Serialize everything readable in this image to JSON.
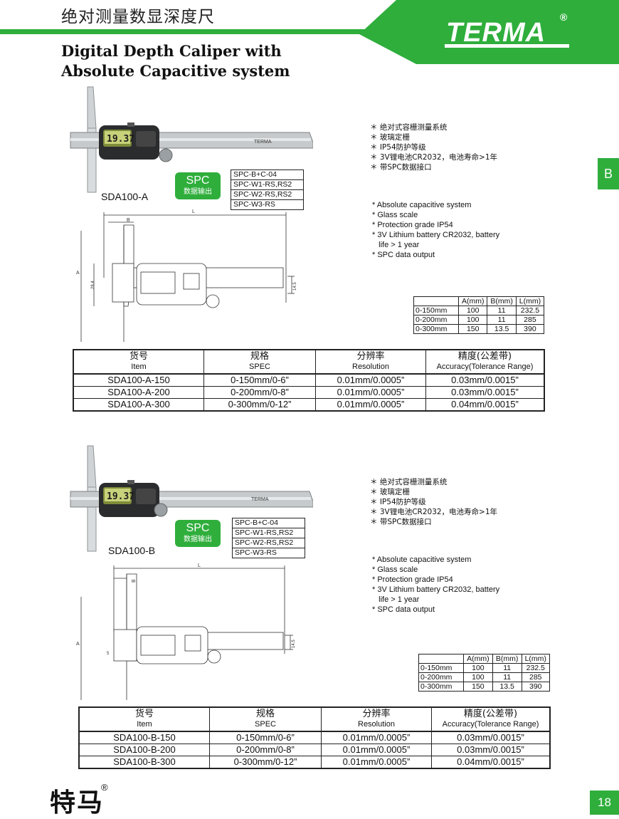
{
  "header": {
    "cn_title": "绝对测量数显深度尺",
    "en_title_line1": "Digital Depth Caliper with",
    "en_title_line2": "Absolute Capacitive system",
    "brand": "TERMA",
    "reg": "®",
    "side_tab": "B"
  },
  "colors": {
    "brand_green": "#2fae3c"
  },
  "sections": [
    {
      "model": "SDA100-A",
      "display_reading": "19.37",
      "scale_text": "TERMA",
      "spc_badge": {
        "title": "SPC",
        "subtitle": "数据输出"
      },
      "spc_options": [
        "SPC-B+C-04",
        "SPC-W1-RS,RS2",
        "SPC-W2-RS,RS2",
        "SPC-W3-RS"
      ],
      "features_cn": [
        "＊ 绝对式容栅测量系统",
        "＊ 玻璃定栅",
        "＊ IP54防护等级",
        "＊ 3V锂电池CR2032，电池寿命>1年",
        "＊ 带SPC数据接口"
      ],
      "features_en": [
        "* Absolute capacitive system",
        "* Glass scale",
        "* Protection grade IP54",
        "* 3V Lithium battery CR2032, battery",
        "   life > 1 year",
        "* SPC data output"
      ],
      "drawing_labels": {
        "L": "L",
        "B": "B",
        "A": "A",
        "d1": "28.4",
        "d2": "14.5"
      },
      "dims": {
        "header": [
          "",
          "A(mm)",
          "B(mm)",
          "L(mm)"
        ],
        "rows": [
          [
            "0-150mm",
            "100",
            "11",
            "232.5"
          ],
          [
            "0-200mm",
            "100",
            "11",
            "285"
          ],
          [
            "0-300mm",
            "150",
            "13.5",
            "390"
          ]
        ]
      },
      "spec": {
        "header": [
          [
            "货号",
            "Item"
          ],
          [
            "规格",
            "SPEC"
          ],
          [
            "分辨率",
            "Resolution"
          ],
          [
            "精度(公差带)",
            "Accuracy(Tolerance Range)"
          ]
        ],
        "rows": [
          [
            "SDA100-A-150",
            "0-150mm/0-6”",
            "0.01mm/0.0005”",
            "0.03mm/0.0015”"
          ],
          [
            "SDA100-A-200",
            "0-200mm/0-8”",
            "0.01mm/0.0005”",
            "0.03mm/0.0015”"
          ],
          [
            "SDA100-A-300",
            "0-300mm/0-12”",
            "0.01mm/0.0005”",
            "0.04mm/0.0015”"
          ]
        ]
      }
    },
    {
      "model": "SDA100-B",
      "display_reading": "19.37",
      "scale_text": "TERMA",
      "spc_badge": {
        "title": "SPC",
        "subtitle": "数据输出"
      },
      "spc_options": [
        "SPC-B+C-04",
        "SPC-W1-RS,RS2",
        "SPC-W2-RS,RS2",
        "SPC-W3-RS"
      ],
      "features_cn": [
        "＊ 绝对式容栅测量系统",
        "＊ 玻璃定栅",
        "＊ IP54防护等级",
        "＊ 3V锂电池CR2032，电池寿命>1年",
        "＊ 带SPC数据接口"
      ],
      "features_en": [
        "* Absolute capacitive system",
        "* Glass scale",
        "* Protection grade IP54",
        "* 3V Lithium battery CR2032, battery",
        "   life > 1 year",
        "* SPC data output"
      ],
      "drawing_labels": {
        "L": "L",
        "B": "B",
        "A": "A",
        "d1": "5",
        "d2": "14.5"
      },
      "dims": {
        "header": [
          "",
          "A(mm)",
          "B(mm)",
          "L(mm)"
        ],
        "rows": [
          [
            "0-150mm",
            "100",
            "11",
            "232.5"
          ],
          [
            "0-200mm",
            "100",
            "11",
            "285"
          ],
          [
            "0-300mm",
            "150",
            "13.5",
            "390"
          ]
        ]
      },
      "spec": {
        "header": [
          [
            "货号",
            "Item"
          ],
          [
            "规格",
            "SPEC"
          ],
          [
            "分辨率",
            "Resolution"
          ],
          [
            "精度(公差带)",
            "Accuracy(Tolerance Range)"
          ]
        ],
        "rows": [
          [
            "SDA100-B-150",
            "0-150mm/0-6”",
            "0.01mm/0.0005”",
            "0.03mm/0.0015”"
          ],
          [
            "SDA100-B-200",
            "0-200mm/0-8”",
            "0.01mm/0.0005”",
            "0.03mm/0.0015”"
          ],
          [
            "SDA100-B-300",
            "0-300mm/0-12”",
            "0.01mm/0.0005”",
            "0.04mm/0.0015”"
          ]
        ]
      }
    }
  ],
  "footer": {
    "brand_cn": "特马",
    "reg": "®",
    "page_number": "18"
  }
}
